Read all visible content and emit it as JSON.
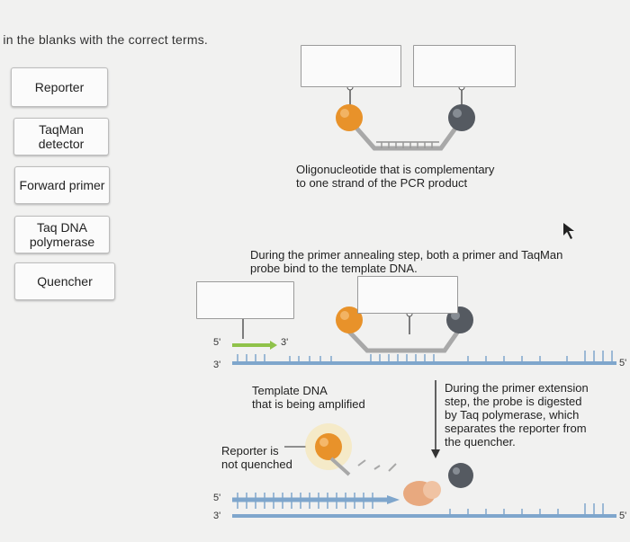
{
  "instruction": "l in the blanks with the correct terms.",
  "terms": [
    {
      "label": "Reporter"
    },
    {
      "label": "TaqMan\ndetector"
    },
    {
      "label": "Forward primer"
    },
    {
      "label": "Taq DNA\npolymerase"
    },
    {
      "label": "Quencher"
    }
  ],
  "captions": {
    "oligo": "Oligonucleotide that is complementary\nto one strand of the PCR product",
    "annealing": "During the primer annealing step, both a primer and TaqMan\nprobe bind to the template DNA.",
    "template": "Template DNA\nthat is being amplified",
    "extension": "During the primer extension\nstep, the probe is digested\nby Taq polymerase, which\nseparates the reporter from\nthe quencher.",
    "reporter_not_quenched": "Reporter is\nnot quenched"
  },
  "strand_labels": {
    "five_prime": "5'",
    "three_prime": "3'"
  },
  "colors": {
    "reporter": "#e8922a",
    "quencher": "#555a61",
    "primer": "#8fc24a",
    "dna": "#7fa6cc",
    "probe": "#a8a8a8"
  }
}
